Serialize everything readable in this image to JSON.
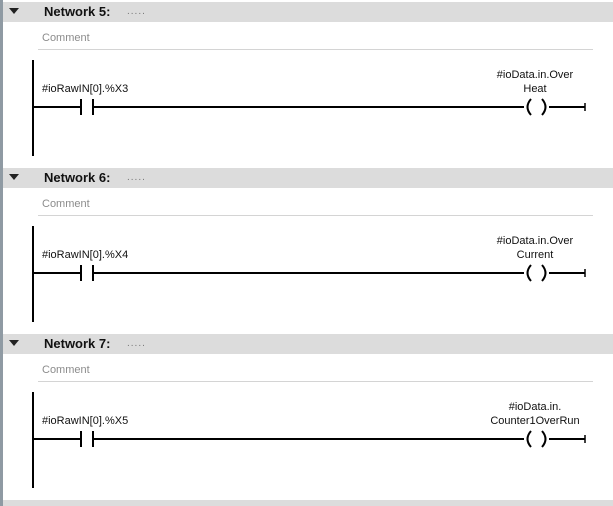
{
  "networks": [
    {
      "title": "Network 5:",
      "dots": ".....",
      "comment_placeholder": "Comment",
      "contact": {
        "operand": "#ioRawIN[0].%X3"
      },
      "coil": {
        "operand_line1": "#ioData.in.Over",
        "operand_line2": "Heat"
      }
    },
    {
      "title": "Network 6:",
      "dots": ".....",
      "comment_placeholder": "Comment",
      "contact": {
        "operand": "#ioRawIN[0].%X4"
      },
      "coil": {
        "operand_line1": "#ioData.in.Over",
        "operand_line2": "Current"
      }
    },
    {
      "title": "Network 7:",
      "dots": ".....",
      "comment_placeholder": "Comment",
      "contact": {
        "operand": "#ioRawIN[0].%X5"
      },
      "coil": {
        "operand_line1": "#ioData.in.",
        "operand_line2": "Counter1OverRun"
      }
    }
  ],
  "icons": {
    "collapse": "triangle-down-icon",
    "contact": "no-contact-icon",
    "coil": "coil-icon"
  },
  "colors": {
    "header_bg": "#dcdcdc",
    "line": "#000000",
    "comment_text": "#8c8c8c"
  }
}
